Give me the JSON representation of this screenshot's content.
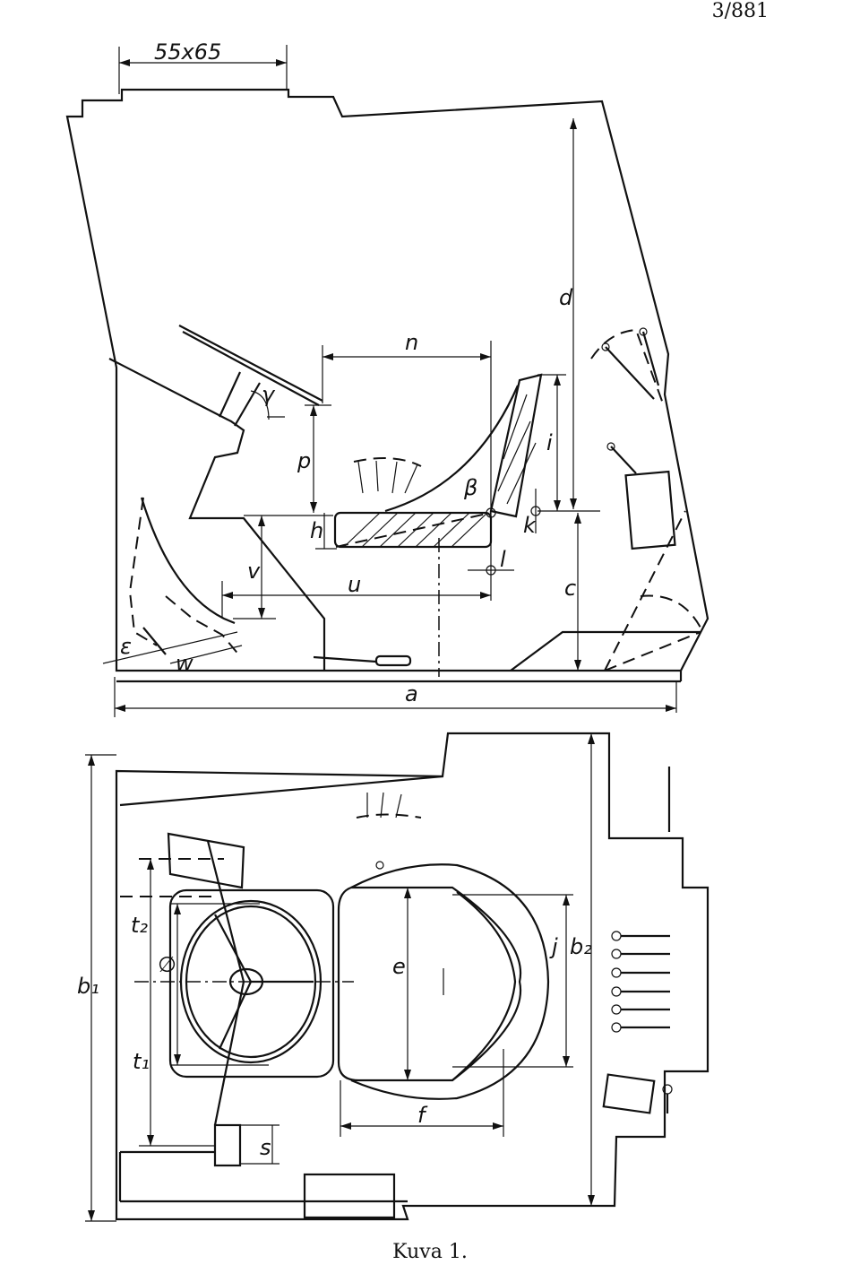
{
  "page_number": "3/881",
  "caption": "Kuva 1.",
  "side_view": {
    "dimension_labels": {
      "seat_size": "55x65",
      "d": "d",
      "n": "n",
      "i": "i",
      "beta": "β",
      "p": "p",
      "gamma": "γ",
      "h": "h",
      "k": "k",
      "l": "l",
      "u": "u",
      "v": "v",
      "c": "c",
      "epsilon": "ε",
      "w": "w",
      "a": "a"
    }
  },
  "plan_view": {
    "dimension_labels": {
      "b1": "b₁",
      "t2": "t₂",
      "diameter": "∅",
      "t1": "t₁",
      "e": "e",
      "j": "j",
      "b2": "b₂",
      "f": "f",
      "s": "s"
    }
  }
}
